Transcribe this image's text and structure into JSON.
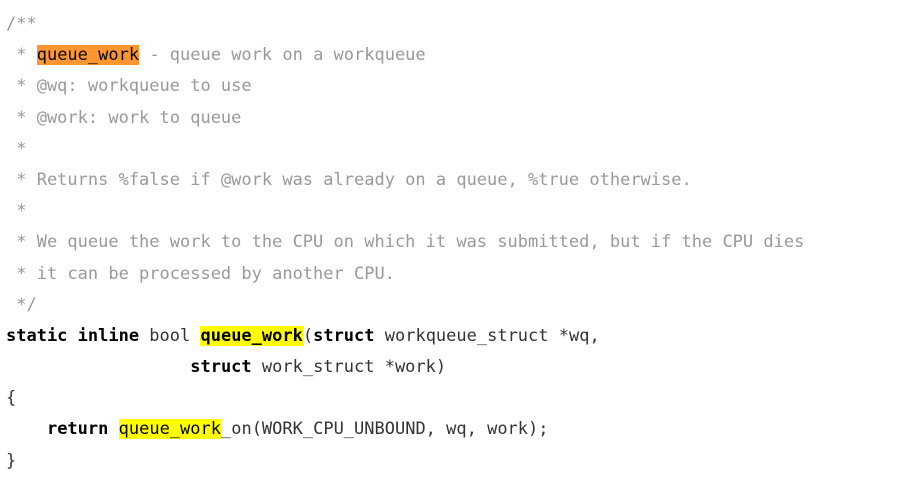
{
  "colors": {
    "highlight": "#ffff00",
    "current_highlight": "#ff9632",
    "comment": "#999999"
  },
  "search_term": "queue_work",
  "lines": [
    {
      "segments": [
        {
          "text": "/**",
          "cls": "cm"
        }
      ]
    },
    {
      "segments": [
        {
          "text": " * ",
          "cls": "cm"
        },
        {
          "text": "queue_work",
          "cls": "hl-cur"
        },
        {
          "text": " - queue work on a workqueue",
          "cls": "cm"
        }
      ]
    },
    {
      "segments": [
        {
          "text": " * @wq: workqueue to use",
          "cls": "cm"
        }
      ]
    },
    {
      "segments": [
        {
          "text": " * @work: work to queue",
          "cls": "cm"
        }
      ]
    },
    {
      "segments": [
        {
          "text": " *",
          "cls": "cm"
        }
      ]
    },
    {
      "segments": [
        {
          "text": " * Returns %false if @work was already on a queue, %true otherwise.",
          "cls": "cm"
        }
      ]
    },
    {
      "segments": [
        {
          "text": " *",
          "cls": "cm"
        }
      ]
    },
    {
      "segments": [
        {
          "text": " * We queue the work to the CPU on which it was submitted, but if the CPU dies",
          "cls": "cm"
        }
      ]
    },
    {
      "segments": [
        {
          "text": " * it can be processed by another CPU.",
          "cls": "cm"
        }
      ]
    },
    {
      "segments": [
        {
          "text": " */",
          "cls": "cm"
        }
      ]
    },
    {
      "segments": [
        {
          "text": "static inline",
          "cls": "kw"
        },
        {
          "text": " bool ",
          "cls": ""
        },
        {
          "text": "queue_work",
          "cls": "hl kw"
        },
        {
          "text": "(",
          "cls": ""
        },
        {
          "text": "struct",
          "cls": "kw"
        },
        {
          "text": " workqueue_struct *wq,",
          "cls": ""
        }
      ]
    },
    {
      "segments": [
        {
          "text": "                  ",
          "cls": ""
        },
        {
          "text": "struct",
          "cls": "kw"
        },
        {
          "text": " work_struct *work)",
          "cls": ""
        }
      ]
    },
    {
      "segments": [
        {
          "text": "{",
          "cls": ""
        }
      ]
    },
    {
      "segments": [
        {
          "text": "    ",
          "cls": ""
        },
        {
          "text": "return",
          "cls": "kw"
        },
        {
          "text": " ",
          "cls": ""
        },
        {
          "text": "queue_work",
          "cls": "hl"
        },
        {
          "text": "_on(WORK_CPU_UNBOUND, wq, work);",
          "cls": ""
        }
      ]
    },
    {
      "segments": [
        {
          "text": "}",
          "cls": ""
        }
      ]
    }
  ]
}
